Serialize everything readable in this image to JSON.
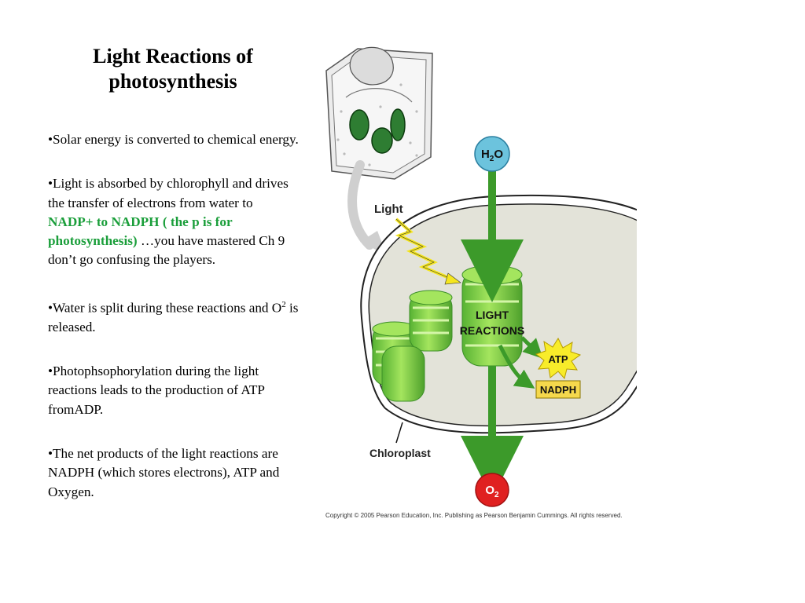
{
  "title": "Light Reactions of photosynthesis",
  "bullets": [
    {
      "text": "•Solar energy is converted to chemical energy."
    },
    {
      "before": "•Light is absorbed by chlorophyll and drives the transfer of electrons from water to ",
      "highlight": "NADP+ to NADPH ( the p is for photosynthesis)",
      "after": " …you have mastered Ch 9 don’t go confusing the players."
    },
    {
      "before": "•Water is split during these reactions and O",
      "sup": "2",
      "after": " is released."
    },
    {
      "text": "•Photophsophorylation during the light reactions leads to the production of ATP fromADP."
    },
    {
      "text": "•The net products of the light reactions are NADPH (which stores electrons), ATP and Oxygen."
    }
  ],
  "highlight_color": "#1a9e3a",
  "diagram": {
    "light_label": "Light",
    "h2o": {
      "main": "H",
      "sub": "2",
      "end": "O"
    },
    "o2": {
      "main": "O",
      "sub": "2"
    },
    "light_reactions_line1": "LIGHT",
    "light_reactions_line2": "REACTIONS",
    "atp_label": "ATP",
    "nadph_label": "NADPH",
    "chloroplast_label": "Chloroplast",
    "copyright": "Copyright © 2005 Pearson Education, Inc. Publishing as Pearson Benjamin Cummings. All rights reserved."
  }
}
